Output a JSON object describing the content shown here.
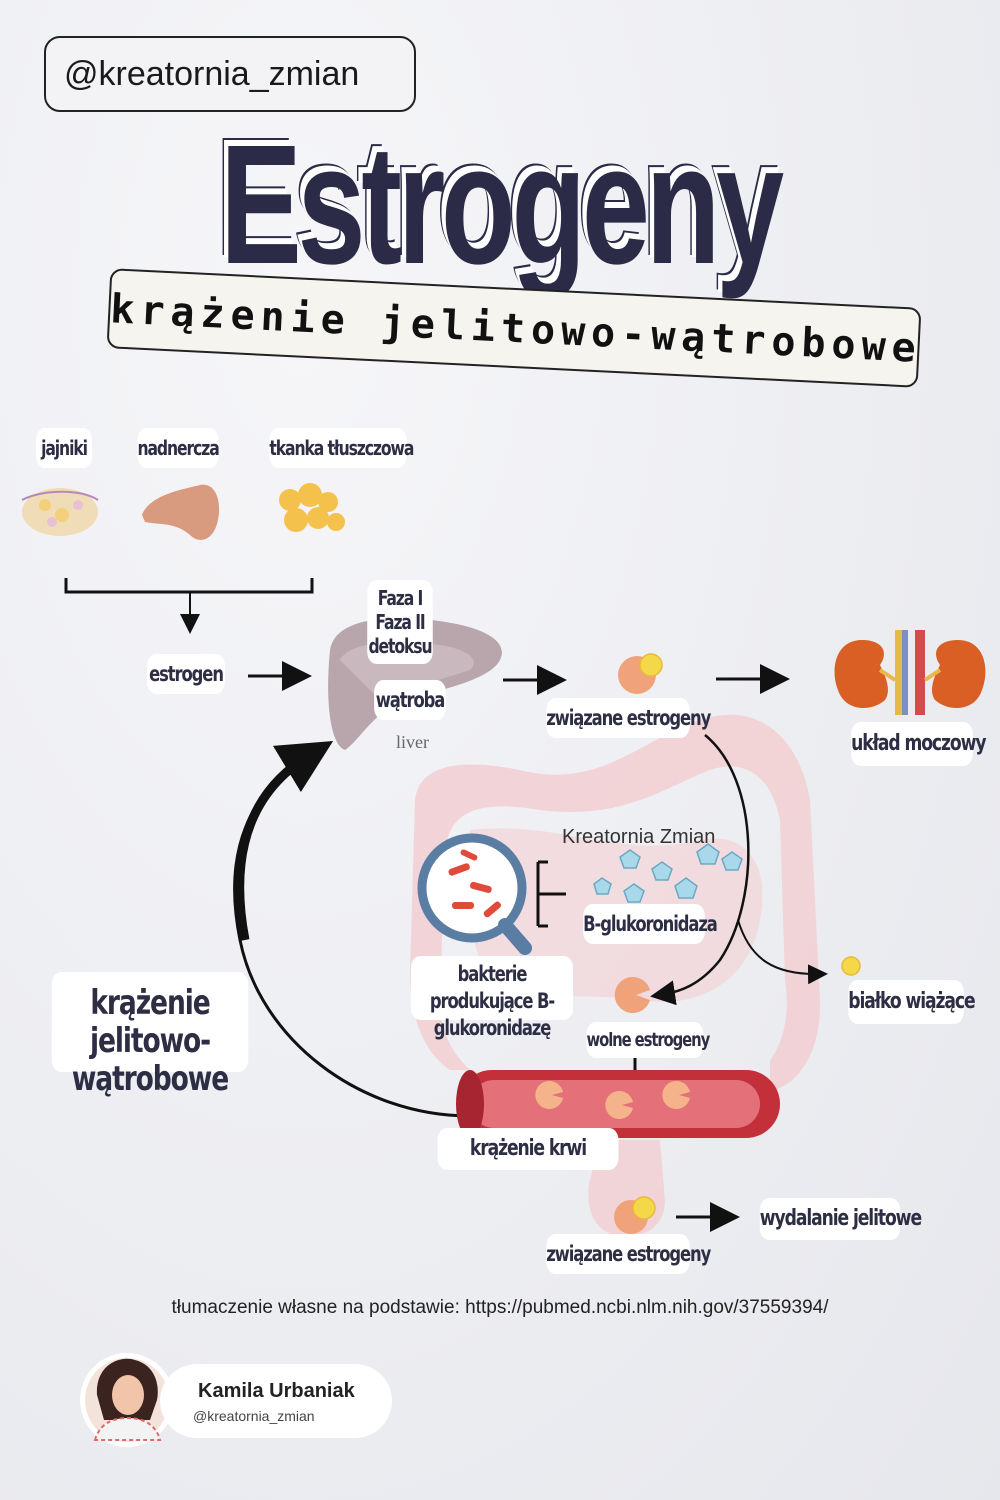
{
  "header": {
    "handle": "@kreatornia_zmian",
    "title": "Estrogeny",
    "subtitle": "krążenie jelitowo-wątrobowe"
  },
  "sources": {
    "ovaries": "jajniki",
    "adrenals": "nadnercza",
    "adipose": "tkanka tłuszczowa"
  },
  "diagram": {
    "estrogen": "estrogen",
    "phase1": "Faza I",
    "phase2": "Faza II",
    "detox": "detoksu",
    "liver_pl": "wątroba",
    "liver_en": "liver",
    "bound_estrogens_top": "związane estrogeny",
    "urinary": "układ moczowy",
    "watermark": "Kreatornia Zmian",
    "enzyme": "B-glukoronidaza",
    "bacteria": "bakterie produkujące B-glukoronidazę",
    "binding_protein": "białko wiążące",
    "free_estrogens": "wolne estrogeny",
    "cycle": "krążenie jelitowo-wątrobowe",
    "blood": "krążenie krwi",
    "bound_estrogens_bottom": "związane estrogeny",
    "excretion": "wydalanie jelitowe"
  },
  "footer": {
    "source": "tłumaczenie własne na podstawie: https://pubmed.ncbi.nlm.nih.gov/37559394/",
    "author_name": "Kamila Urbaniak",
    "author_handle": "@kreatornia_zmian"
  },
  "colors": {
    "navy": "#2b2b48",
    "intestine": "#f2c9cc",
    "blood_vessel": "#c4303a",
    "estrogen": "#f0a27a",
    "protein": "#f5d84a",
    "enzyme": "#9fd3e6"
  }
}
